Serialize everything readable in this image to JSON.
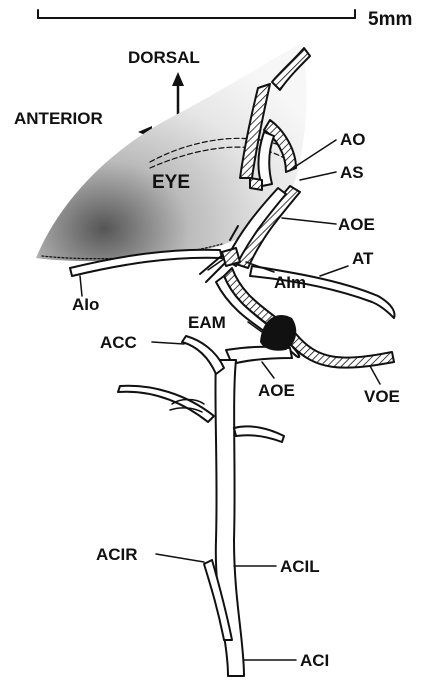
{
  "scale": {
    "label": "5mm"
  },
  "orientation": {
    "dorsal": "DORSAL",
    "anterior": "ANTERIOR"
  },
  "labels": {
    "eye": "EYE",
    "ao": "AO",
    "as": "AS",
    "aoe_upper": "AOE",
    "at": "AT",
    "aim": "AIm",
    "aio": "AIo",
    "eam": "EAM",
    "acc": "ACC",
    "aoe_lower": "AOE",
    "voe": "VOE",
    "acir": "ACIR",
    "acil": "ACIL",
    "aci": "ACI"
  },
  "colors": {
    "ink": "#111111",
    "stipple": "#2a2a2a",
    "background": "#ffffff"
  }
}
